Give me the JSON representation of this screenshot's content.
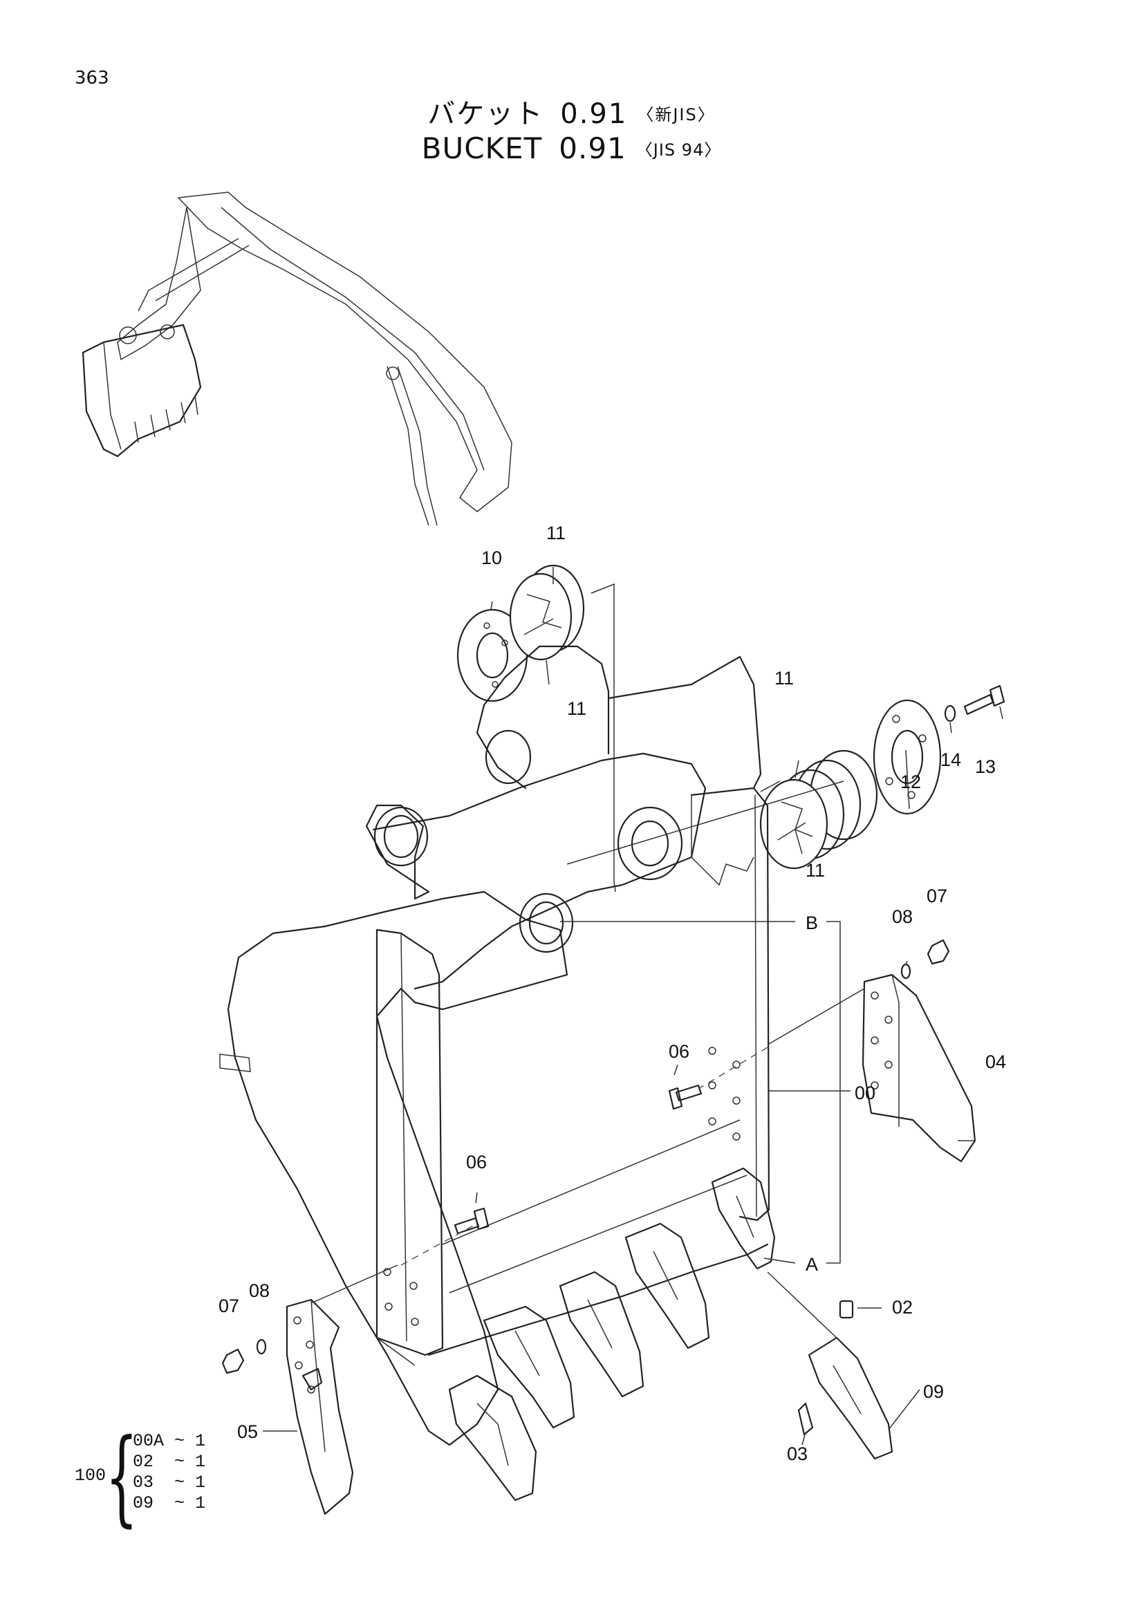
{
  "page": {
    "number": "363"
  },
  "title": {
    "ja_main": "バケット",
    "ja_num": "0.91",
    "ja_sub": "〈新JIS〉",
    "en_main": "BUCKET",
    "en_num": "0.91",
    "en_sub": "〈JIS 94〉"
  },
  "callouts": {
    "c10": "10",
    "c11a": "11",
    "c11b": "11",
    "c11c": "11",
    "c11d": "11",
    "c12": "12",
    "c13": "13",
    "c14": "14",
    "c08r": "08",
    "c07r": "07",
    "cB": "B",
    "c04": "04",
    "c06a": "06",
    "c00": "00",
    "c06b": "06",
    "cA": "A",
    "c02": "02",
    "c07l": "07",
    "c08l": "08",
    "c09": "09",
    "c05": "05",
    "c03": "03"
  },
  "kit": {
    "label": "100",
    "rows": [
      {
        "code": "00A",
        "sep": "~",
        "qty": "1"
      },
      {
        "code": "02",
        "sep": "~",
        "qty": "1"
      },
      {
        "code": "03",
        "sep": "~",
        "qty": "1"
      },
      {
        "code": "09",
        "sep": "~",
        "qty": "1"
      }
    ]
  }
}
